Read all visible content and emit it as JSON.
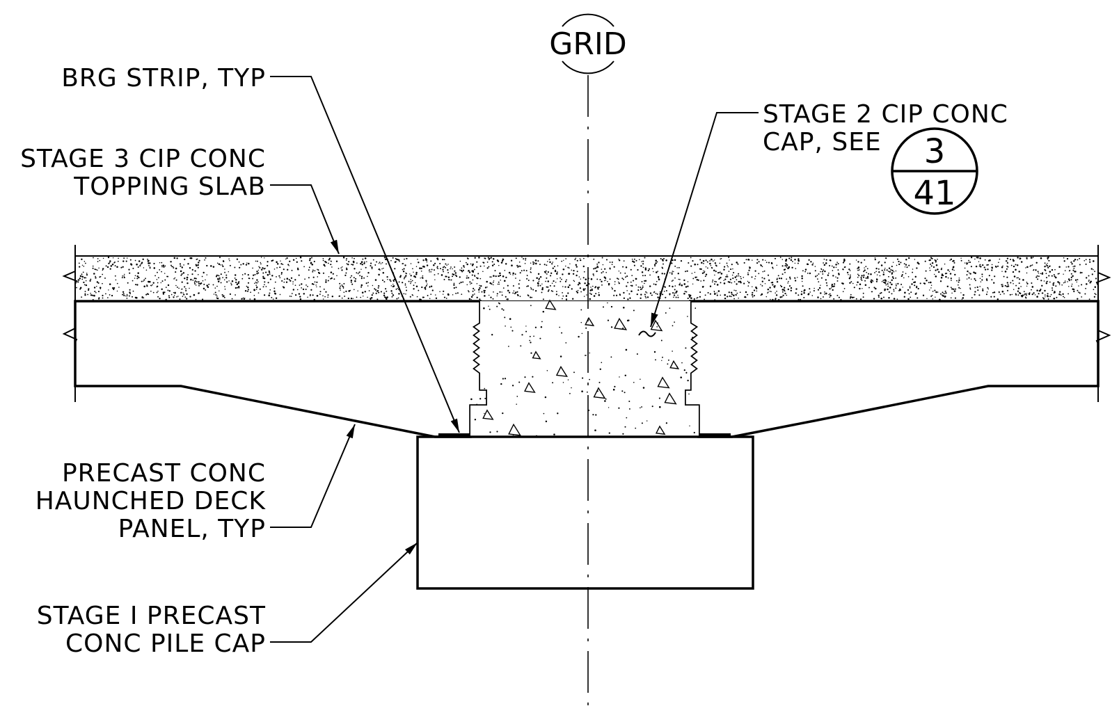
{
  "grid": {
    "label": "GRID"
  },
  "detail_reference": {
    "number": "3",
    "sheet": "41"
  },
  "callouts": {
    "brg_strip": {
      "lines": [
        "BRG STRIP, TYP"
      ]
    },
    "topping_slab": {
      "lines": [
        "STAGE 3 CIP CONC",
        "TOPPING SLAB"
      ]
    },
    "cip_cap": {
      "lines": [
        "STAGE 2 CIP CONC",
        "CAP, SEE"
      ]
    },
    "deck_panel": {
      "lines": [
        "PRECAST CONC",
        "HAUNCHED DECK",
        "PANEL, TYP"
      ]
    },
    "pile_cap": {
      "lines": [
        "STAGE I PRECAST",
        "CONC PILE CAP"
      ]
    }
  },
  "colors": {
    "line": "#000000",
    "background": "#ffffff"
  }
}
